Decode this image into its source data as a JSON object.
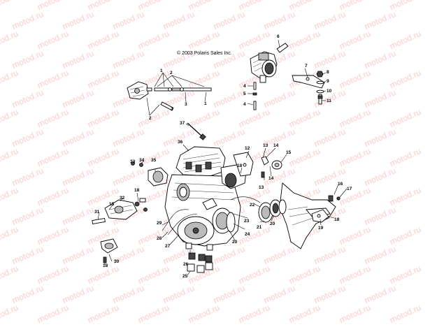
{
  "copyright": "© 2003 Polaris Sales Inc.",
  "watermark_text": "motod.ru",
  "colors": {
    "watermark": "#ff9e9e",
    "line": "#000000",
    "background": "#ffffff"
  },
  "callout_labels": {
    "n1a": "1",
    "n2a": "2",
    "n1b": "1",
    "n2b": "2",
    "n3": "3",
    "n2c": "2",
    "n6": "6",
    "n7": "7",
    "n8": "8",
    "n9": "9",
    "n10": "10",
    "n11": "11",
    "n4a": "4",
    "n5": "5",
    "n4b": "4",
    "n37": "37",
    "n36": "36",
    "n12": "12",
    "n13a": "13",
    "n14a": "14",
    "n15a": "15",
    "n18a": "18",
    "n13b": "13",
    "n14b": "14",
    "n33": "33",
    "n34": "34",
    "n35": "35",
    "n18b": "18",
    "n32": "32",
    "n15b": "15",
    "n31": "31",
    "n16": "16",
    "n17": "17",
    "n19": "19",
    "n18c": "18",
    "n22": "22",
    "n21": "21",
    "n20a": "20",
    "n23": "23",
    "n24": "24",
    "n20b": "20",
    "n29": "29",
    "n28": "28",
    "n27": "27",
    "n26": "26",
    "n25": "25",
    "n30": "30",
    "n18d": "18"
  }
}
